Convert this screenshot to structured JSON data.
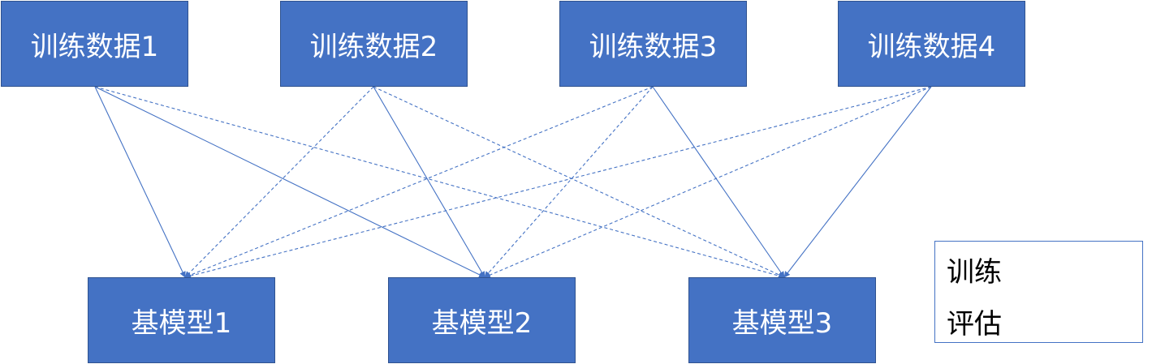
{
  "training_data": [
    {
      "label": "训练数据1"
    },
    {
      "label": "训练数据2"
    },
    {
      "label": "训练数据3"
    },
    {
      "label": "训练数据4"
    }
  ],
  "base_models": [
    {
      "label": "基模型1"
    },
    {
      "label": "基模型2"
    },
    {
      "label": "基模型3"
    }
  ],
  "edges": [
    {
      "from": 0,
      "to": 0,
      "type": "train"
    },
    {
      "from": 0,
      "to": 1,
      "type": "train"
    },
    {
      "from": 0,
      "to": 2,
      "type": "eval"
    },
    {
      "from": 1,
      "to": 0,
      "type": "eval"
    },
    {
      "from": 1,
      "to": 1,
      "type": "train"
    },
    {
      "from": 1,
      "to": 2,
      "type": "eval"
    },
    {
      "from": 2,
      "to": 0,
      "type": "eval"
    },
    {
      "from": 2,
      "to": 1,
      "type": "eval"
    },
    {
      "from": 2,
      "to": 2,
      "type": "train"
    },
    {
      "from": 3,
      "to": 0,
      "type": "eval"
    },
    {
      "from": 3,
      "to": 1,
      "type": "eval"
    },
    {
      "from": 3,
      "to": 2,
      "type": "train"
    }
  ],
  "legend": {
    "train_label": "训练",
    "eval_label": "评估"
  },
  "colors": {
    "box_fill": "#4472C4",
    "box_border": "#2F528F",
    "edge": "#4472C4"
  }
}
